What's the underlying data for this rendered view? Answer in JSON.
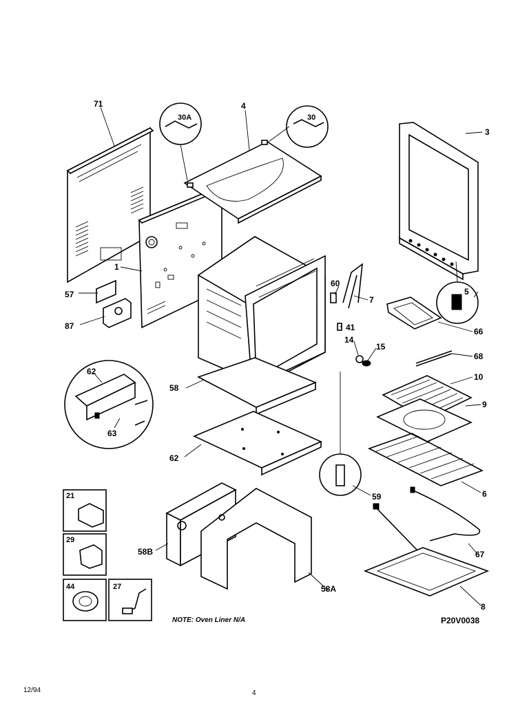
{
  "part_labels": {
    "p71": "71",
    "p4": "4",
    "p30a": "30A",
    "p30": "30",
    "p3": "3",
    "p1": "1",
    "p57": "57",
    "p87": "87",
    "p60": "60",
    "p7": "7",
    "p5": "5",
    "p66": "66",
    "p41": "41",
    "p14": "14",
    "p15": "15",
    "p68": "68",
    "p10": "10",
    "p9": "9",
    "p62a": "62",
    "p63": "63",
    "p58": "58",
    "p62b": "62",
    "p6": "6",
    "p59": "59",
    "p21": "21",
    "p29": "29",
    "p44": "44",
    "p27": "27",
    "p58b": "58B",
    "p58a": "58A",
    "p67": "67",
    "p8": "8"
  },
  "note": "NOTE: Oven Liner N/A",
  "drawing_code": "P20V0038",
  "date": "12/94",
  "page_number": "4"
}
